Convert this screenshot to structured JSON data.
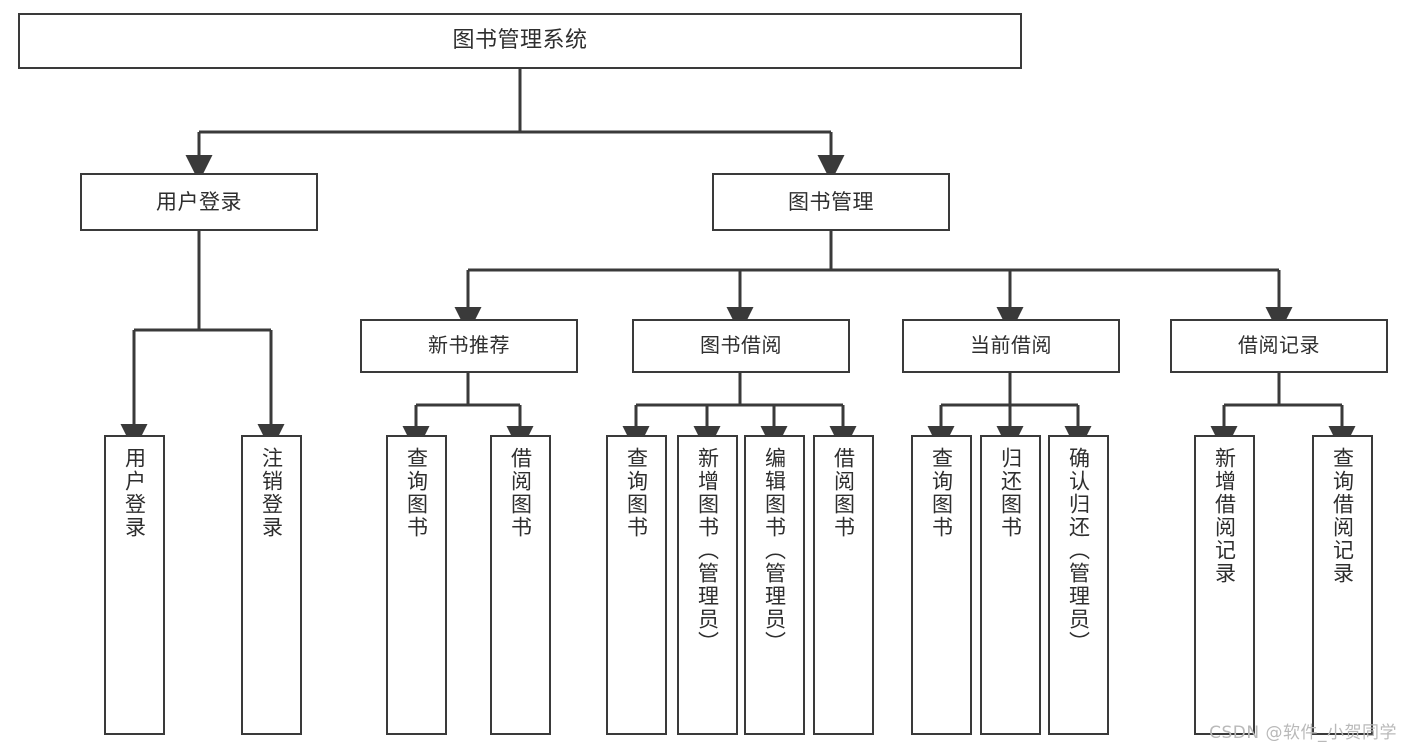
{
  "diagram": {
    "title": "图书管理系统",
    "type": "tree",
    "watermark": "CSDN @软件_小贺同学",
    "colors": {
      "stroke": "#3a3a3a",
      "text": "#2e2e2e",
      "background": "#ffffff",
      "watermark": "#b9b9b9"
    },
    "nodes": {
      "root": {
        "label": "图书管理系统"
      },
      "level1": [
        {
          "label": "用户登录"
        },
        {
          "label": "图书管理"
        }
      ],
      "level2": [
        {
          "label": "新书推荐"
        },
        {
          "label": "图书借阅"
        },
        {
          "label": "当前借阅"
        },
        {
          "label": "借阅记录"
        }
      ],
      "leaves": {
        "user_login": [
          {
            "label": "用户登录"
          },
          {
            "label": "注销登录"
          }
        ],
        "new_book_recommend": [
          {
            "label": "查询图书"
          },
          {
            "label": "借阅图书"
          }
        ],
        "book_borrow": [
          {
            "label": "查询图书"
          },
          {
            "label": "新增图书（管理员）"
          },
          {
            "label": "编辑图书（管理员）"
          },
          {
            "label": "借阅图书"
          }
        ],
        "current_borrow": [
          {
            "label": "查询图书"
          },
          {
            "label": "归还图书"
          },
          {
            "label": "确认归还（管理员）"
          }
        ],
        "borrow_record": [
          {
            "label": "新增借阅记录"
          },
          {
            "label": "查询借阅记录"
          }
        ]
      }
    }
  }
}
